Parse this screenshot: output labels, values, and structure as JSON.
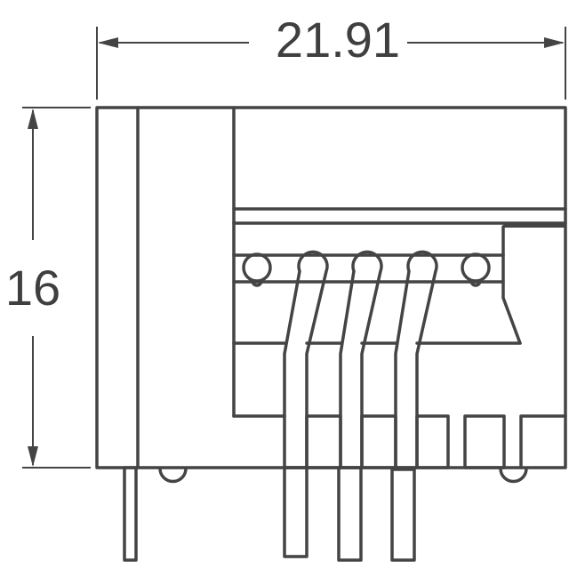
{
  "drawing": {
    "type": "connector-side-view-dimension-drawing",
    "line_color": "#444446",
    "text_color": "#3f3f41",
    "background": "#ffffff"
  },
  "dimensions": {
    "width": {
      "value": "21.91",
      "orientation": "horizontal"
    },
    "height": {
      "value": "16",
      "orientation": "vertical"
    }
  },
  "pins": {
    "row_count": 5,
    "bent_leads": 3,
    "straight_tail_pins_below": 4
  }
}
